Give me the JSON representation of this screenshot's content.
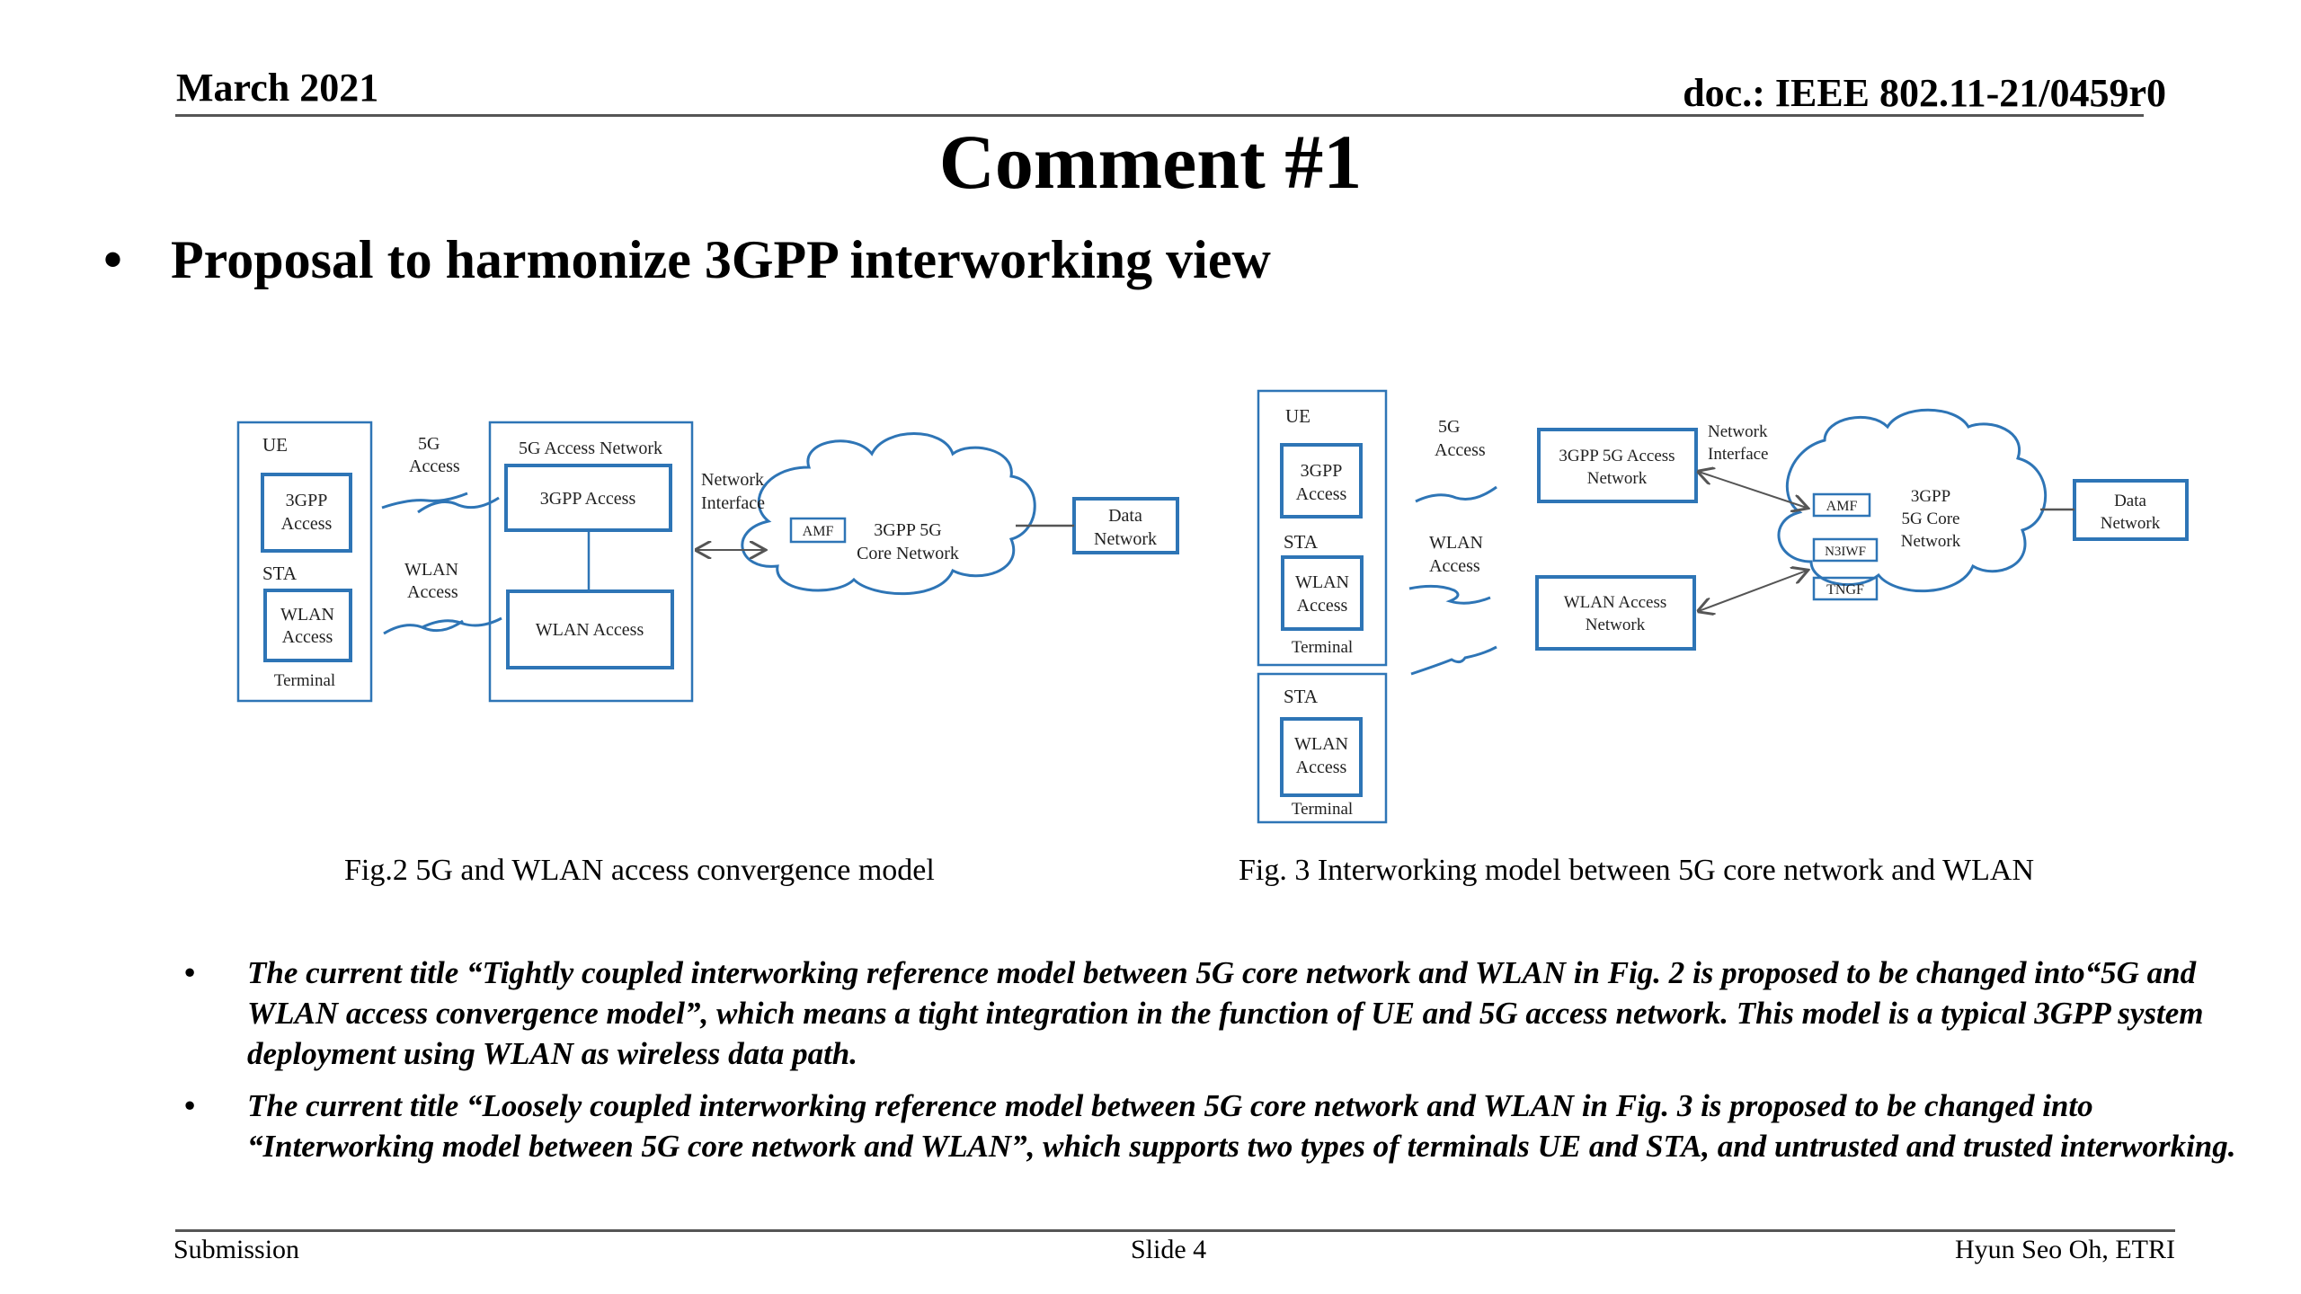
{
  "header": {
    "date": "March 2021",
    "doc": "doc.: IEEE 802.11-21/0459r0"
  },
  "title": "Comment #1",
  "main_bullet": "Proposal to harmonize 3GPP interworking view",
  "fig2": {
    "ue": "UE",
    "ue_3gpp": [
      "3GPP",
      "Access"
    ],
    "sta": "STA",
    "sta_wlan": [
      "WLAN",
      "Access"
    ],
    "terminal": "Terminal",
    "link_5g": [
      "5G",
      "Access"
    ],
    "link_wlan": [
      "WLAN",
      "Access"
    ],
    "access_network": "5G Access Network",
    "an_3gpp": "3GPP Access",
    "an_wlan": "WLAN Access",
    "network_interface": [
      "Network",
      "Interface"
    ],
    "amf": "AMF",
    "core": [
      "3GPP 5G",
      "Core Network"
    ],
    "data_network": [
      "Data",
      "Network"
    ],
    "caption": "Fig.2 5G and WLAN access convergence model"
  },
  "fig3": {
    "ue": "UE",
    "ue_3gpp": [
      "3GPP",
      "Access"
    ],
    "sta": "STA",
    "sta_wlan": [
      "WLAN",
      "Access"
    ],
    "terminal": "Terminal",
    "sta2": "STA",
    "sta2_wlan": [
      "WLAN",
      "Access"
    ],
    "terminal2": "Terminal",
    "link_5g": [
      "5G",
      "Access"
    ],
    "link_wlan": [
      "WLAN",
      "Access"
    ],
    "an_5g": [
      "3GPP 5G Access",
      "Network"
    ],
    "an_wlan": [
      "WLAN Access",
      "Network"
    ],
    "network_interface": [
      "Network",
      "Interface"
    ],
    "amf": "AMF",
    "n3iwf": "N3IWF",
    "tngf": "TNGF",
    "core": [
      "3GPP",
      "5G Core",
      "Network"
    ],
    "data_network": [
      "Data",
      "Network"
    ],
    "caption": "Fig. 3 Interworking model  between 5G core network and WLAN"
  },
  "notes": [
    "The current title “Tightly coupled interworking reference model between 5G core network and WLAN in Fig. 2 is proposed to be changed into“5G and WLAN access convergence model”, which means  a tight integration in the function of UE and 5G access network. This model is a typical 3GPP system deployment using WLAN as wireless data path.",
    "The current title “Loosely coupled interworking reference model between 5G core network and WLAN in Fig. 3 is proposed to be changed into “Interworking model between 5G core network and WLAN”, which supports two types of terminals UE and STA, and untrusted and trusted interworking."
  ],
  "footer": {
    "left": "Submission",
    "center": "Slide 4",
    "right": "Hyun Seo Oh, ETRI"
  },
  "colors": {
    "box_stroke": "#2e75b6",
    "arrow": "#555555",
    "rule": "#555555"
  }
}
